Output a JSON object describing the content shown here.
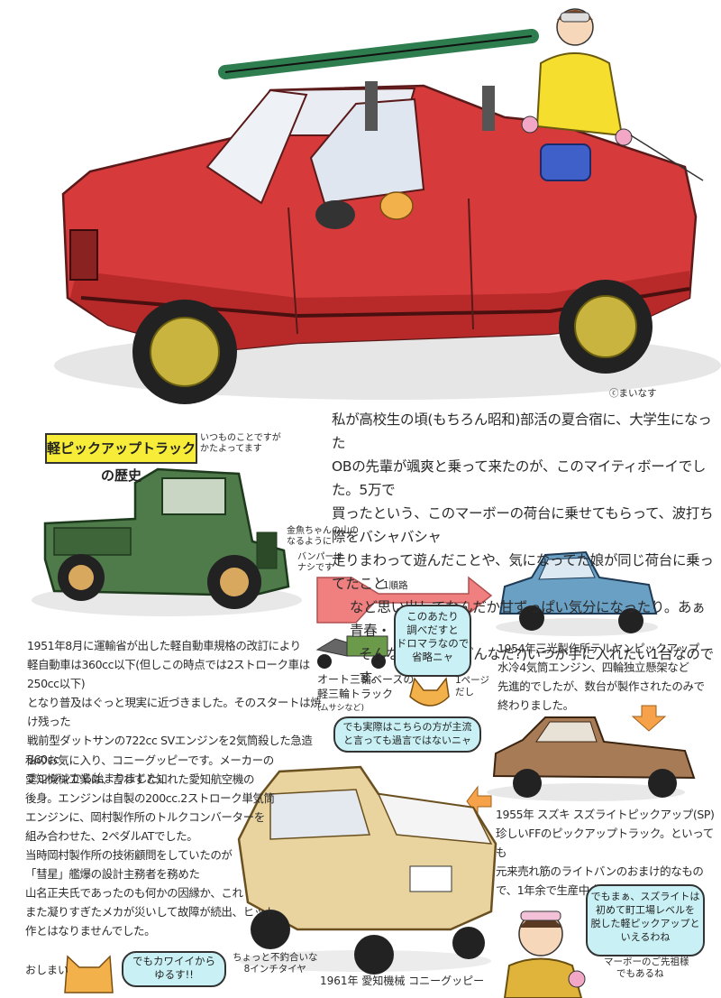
{
  "signature": "ⓒまいなす",
  "essay_lines": [
    "私が高校生の頃(もちろん昭和)部活の夏合宿に、大学生になった",
    "OBの先輩が颯爽と乗って来たのが、このマイティボーイでした。5万で",
    "買ったという、このマーボーの荷台に乗せてもらって、波打ち際をバシャバシャ",
    "走りまわって遊んだことや、気になってた娘が同じ荷台に乗ってたこと",
    "など思い出してなんだか甘ずっぱい気分になったり。あぁ青春・・・",
    "そんなこんなで(どんなだ?)いつか手に入れたい1台なのです。"
  ],
  "history_title": "軽ピックアップトラックの歴史",
  "history_note": [
    "いつものことですが",
    "かたよってます"
  ],
  "green_truck_notes": {
    "fender": [
      "金魚ちゃんの山の",
      "なるように"
    ],
    "bumper": [
      "バンパーは",
      "ナシです"
    ]
  },
  "arrow_label": "1順路",
  "para_1951": [
    "1951年8月に運輸省が出した軽自動車規格の改訂により",
    "軽自動車は360cc以下(但しこの時点では2ストローク車は250cc以下)",
    "となり普及はぐっと現実に近づきました。そのスタートは焼け残った",
    "戦前型ダットサンの722cc SVエンジンを2気筒殺した急造360cc",
    "エンジンから始まりました。"
  ],
  "bubble_cat": [
    "このあたり",
    "調べだすと",
    "ドロマラなので",
    "省略ニャ"
  ],
  "three_wheel_caption": [
    "オート三輪ベースの",
    "軽三輪トラック",
    "(ムサシなど)"
  ],
  "one_page_note": [
    "1ページ",
    "だし"
  ],
  "bubble_main": [
    "でも実際はこちらの方が主流",
    "と言っても過言ではないニャ"
  ],
  "caption_1954": [
    "1954年三光製作所テルヤンピックアップ",
    "水冷4気筒エンジン、四輪独立懸架など",
    "先進的でしたが、数台が製作されたのみで",
    "終わりました。"
  ],
  "para_connie": [
    "私のお気に入り、コニーグッピーです。メーカーの",
    "愛知機械工業は、言わずと知れた愛知航空機の",
    "後身。エンジンは自製の200cc.2ストローク単気筒",
    "エンジンに、岡村製作所のトルクコンバーターを",
    "組み合わせた、2ペダルATでした。",
    "当時岡村製作所の技術顧問をしていたのが",
    "「彗星」艦爆の設計主務者を務めた",
    "山名正夫氏であったのも何かの因縁か、これ",
    "また凝りすぎたメカが災いして故障が続出、ヒット",
    "作とはなりませんでした。"
  ],
  "caption_1955": [
    "1955年 スズキ スズライトピックアップ(SP)",
    "珍しいFFのピックアップトラック。といっても",
    "元来売れ筋のライトバンのおまけ的なもの",
    "で、1年余で生産中止となりました。"
  ],
  "bubble_girl": [
    "でもまぁ、スズライトは",
    "初めて町工場レベルを",
    "脱した軽ピックアップと",
    "いえるわね"
  ],
  "girl_note": [
    "マーボーのご先祖様",
    "でもあるね"
  ],
  "end_label": "おしまい",
  "bubble_cute": [
    "でもカワイイから",
    "ゆるす!!"
  ],
  "tire_note": [
    "ちょっと不釣合いな",
    "8インチタイヤ"
  ],
  "caption_1961": "1961年 愛知機械 コニーグッピー",
  "colors": {
    "red_car": "#d63a3a",
    "green_truck": "#4f7a4a",
    "blue_car": "#6aa0c4",
    "brown_car": "#a87b57",
    "cream_car": "#e9d4a0",
    "highlight": "#f7ec38",
    "bubble": "#c9f1f5",
    "arrow": "#f08080"
  }
}
